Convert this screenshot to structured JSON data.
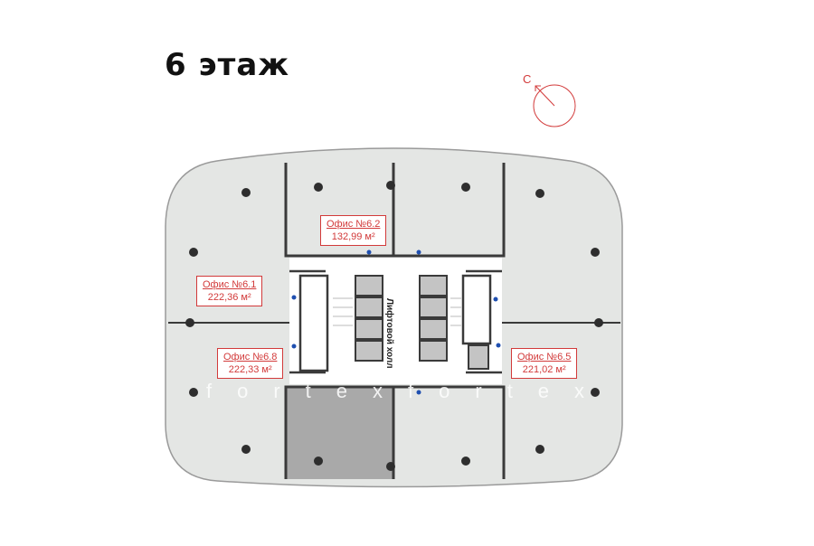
{
  "title": "6 этаж",
  "compass_label": "С",
  "hall_label": "Лифтовой холл",
  "watermark": "fortexfortex",
  "offices": [
    {
      "name": "Офис №6.1",
      "area": "222,36 м²"
    },
    {
      "name": "Офис №6.2",
      "area": "132,99 м²"
    },
    {
      "name": "Офис №6.8",
      "area": "222,33 м²"
    },
    {
      "name": "Офис №6.5",
      "area": "221,02 м²"
    }
  ],
  "colors": {
    "label": "#d23a3a",
    "floor": "#e4e6e4",
    "wall": "#3a3a3a",
    "occupied": "#a9a9a9"
  }
}
